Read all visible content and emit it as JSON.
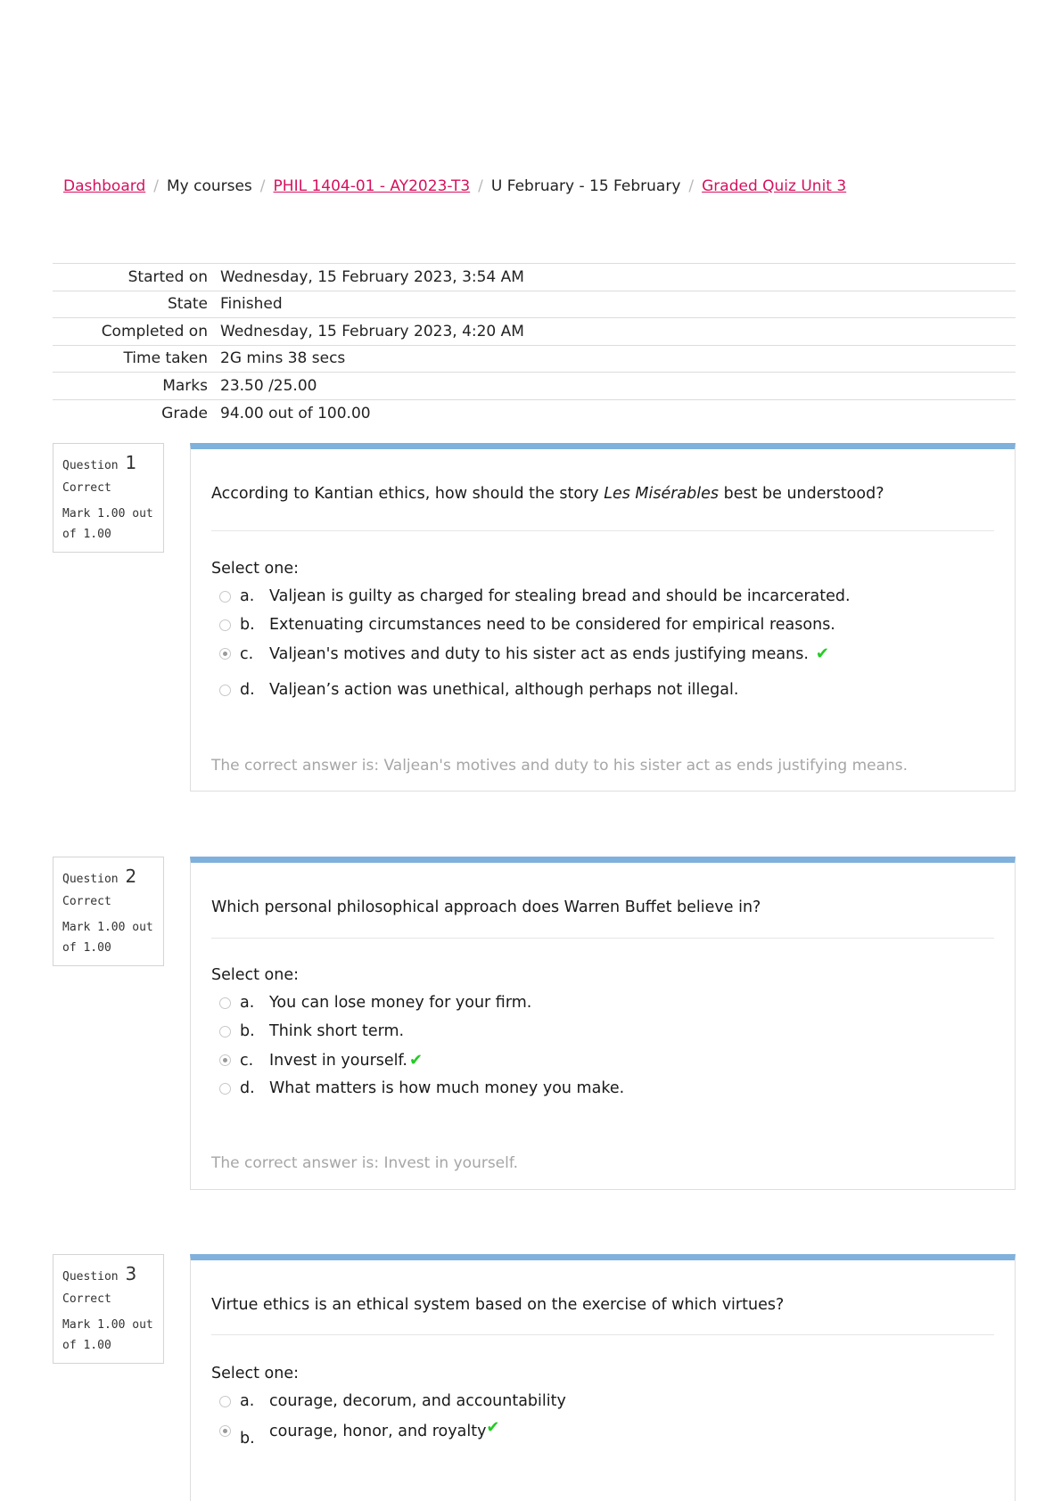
{
  "breadcrumb": {
    "dashboard": "Dashboard",
    "my_courses": "My courses",
    "course": "PHIL 1404-01 - AY2023-T3",
    "week": "U February - 15 February",
    "quiz": "Graded Quiz Unit 3",
    "separator": "/"
  },
  "summary": [
    {
      "label": "Started on",
      "value": "Wednesday, 15 February 2023, 3:54 AM"
    },
    {
      "label": "State",
      "value": "Finished"
    },
    {
      "label": "Completed on",
      "value": "Wednesday, 15 February 2023, 4:20 AM"
    },
    {
      "label": "Time taken",
      "value": "2G mins 38 secs"
    },
    {
      "label": "Marks",
      "value": "23.50 /25.00"
    },
    {
      "label": "Grade",
      "value": "94.00 out of 100.00"
    }
  ],
  "questions": [
    {
      "label": "Question",
      "number": "1",
      "status": "Correct",
      "mark": "Mark 1.00 out of 1.00",
      "text_before": "According to Kantian ethics, how should the story ",
      "text_italic": "Les Misérables",
      "text_after": " best be understood?",
      "select_label": "Select one:",
      "answers": [
        {
          "letter": "a.",
          "text": "Valjean is guilty as charged for stealing bread and should be incarcerated."
        },
        {
          "letter": "b.",
          "text": "Extenuating circumstances need to be considered for empirical reasons."
        },
        {
          "letter": "c.",
          "text": "Valjean's motives and duty to his sister act as ends justifying means."
        },
        {
          "letter": "d.",
          "text": "Valjean’s action was unethical, although perhaps not illegal."
        }
      ],
      "selected": "c.",
      "correct_answer": "The correct answer is: Valjean's motives and duty to his sister act as ends justifying means."
    },
    {
      "label": "Question",
      "number": "2",
      "status": "Correct",
      "mark": "Mark 1.00 out of 1.00",
      "text": "Which personal philosophical approach does Warren Buffet believe in?",
      "select_label": "Select one:",
      "answers": [
        {
          "letter": "a.",
          "text": "You can lose money for your firm."
        },
        {
          "letter": "b.",
          "text": "Think short term."
        },
        {
          "letter": "c.",
          "text": "Invest in yourself."
        },
        {
          "letter": "d.",
          "text": "What matters is how much money you make."
        }
      ],
      "selected": "c.",
      "correct_answer": "The correct answer is: Invest in yourself."
    },
    {
      "label": "Question",
      "number": "3",
      "status": "Correct",
      "mark": "Mark 1.00 out of 1.00",
      "text": "Virtue ethics is an ethical system based on the exercise of which virtues?",
      "select_label": "Select one:",
      "answers": [
        {
          "letter": "a.",
          "text": "courage, decorum, and accountability"
        },
        {
          "letter": "b.",
          "text": "courage, honor, and royalty"
        }
      ],
      "selected": "b."
    }
  ],
  "colors": {
    "link": "#d6115f",
    "card_top": "#7fb1dc",
    "tick": "#22cc22",
    "muted": "#a6a6a6"
  },
  "icons": {
    "tick": "check-icon",
    "radio": "radio-icon"
  }
}
